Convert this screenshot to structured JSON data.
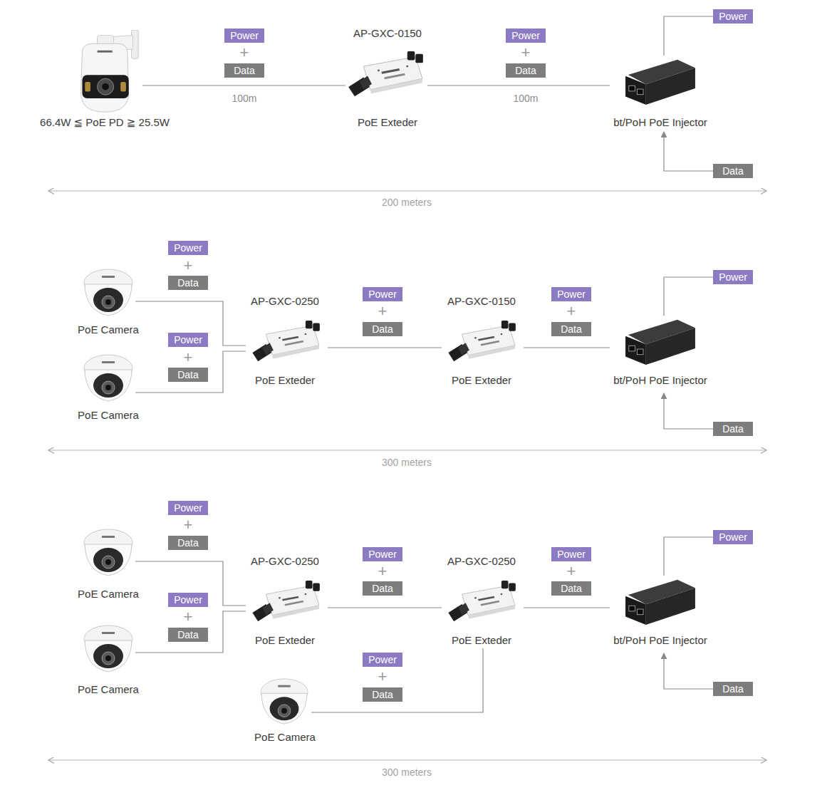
{
  "diagram": {
    "nodes": [
      {
        "text": [
          "66.4W ≦ PoE PD ≧ 25.5W"
        ]
      },
      {
        "text": [
          "Power"
        ]
      },
      {
        "text": [
          "Data"
        ]
      },
      {
        "text": [
          "AP-GXC-0150",
          "PoE Exteder"
        ]
      },
      {
        "text": [
          "Power"
        ]
      },
      {
        "text": [
          "Data"
        ]
      },
      {
        "text": [
          "Power"
        ]
      },
      {
        "text": [
          "bt/PoH PoE Injector"
        ]
      },
      {
        "text": [
          "Data"
        ]
      },
      {
        "text": [
          "Power"
        ]
      },
      {
        "text": [
          "Data"
        ]
      },
      {
        "text": [
          "PoE Camera"
        ]
      },
      {
        "text": [
          "AP-GXC-0250",
          "PoE Exteder"
        ]
      },
      {
        "text": [
          "Power"
        ]
      },
      {
        "text": [
          "Data"
        ]
      },
      {
        "text": [
          "AP-GXC-0150",
          "PoE Exteder"
        ]
      },
      {
        "text": [
          "Power"
        ]
      },
      {
        "text": [
          "Data"
        ]
      },
      {
        "text": [
          "Power"
        ]
      },
      {
        "text": [
          "bt/PoH PoE Injector"
        ]
      },
      {
        "text": [
          "Power"
        ]
      },
      {
        "text": [
          "Data"
        ]
      },
      {
        "text": [
          "PoE Camera"
        ]
      },
      {
        "text": [
          "Data"
        ]
      },
      {
        "text": [
          "Power"
        ]
      },
      {
        "text": [
          "Data"
        ]
      },
      {
        "text": [
          "PoE Camera"
        ]
      },
      {
        "text": [
          "AP-GXC-0250",
          "PoE Exteder"
        ]
      },
      {
        "text": [
          "Power"
        ]
      },
      {
        "text": [
          "Data"
        ]
      },
      {
        "text": [
          "AP-GXC-0250",
          "PoE Exteder"
        ]
      },
      {
        "text": [
          "Power"
        ]
      },
      {
        "text": [
          "Data"
        ]
      },
      {
        "text": [
          "Power"
        ]
      },
      {
        "text": [
          "bt/PoH PoE Injector"
        ]
      },
      {
        "text": [
          "Power"
        ]
      },
      {
        "text": [
          "Data"
        ]
      },
      {
        "text": [
          "PoE Camera"
        ]
      },
      {
        "text": [
          "Power"
        ]
      },
      {
        "text": [
          "Data"
        ]
      },
      {
        "text": [
          "PoE Camera"
        ]
      },
      {
        "text": [
          "Data"
        ]
      }
    ],
    "edges": [
      {
        "from": 0,
        "to": 3,
        "arrow": "none",
        "label": "100m"
      },
      {
        "from": 3,
        "to": 7,
        "arrow": "none",
        "label": "100m"
      },
      {
        "from": 6,
        "to": 7,
        "arrow": "none"
      },
      {
        "from": 8,
        "to": 7,
        "arrow": "to"
      },
      {
        "from": 11,
        "to": 12,
        "arrow": "none"
      },
      {
        "from": 22,
        "to": 12,
        "arrow": "none"
      },
      {
        "from": 12,
        "to": 15,
        "arrow": "none"
      },
      {
        "from": 15,
        "to": 19,
        "arrow": "none"
      },
      {
        "from": 18,
        "to": 19,
        "arrow": "none"
      },
      {
        "from": 23,
        "to": 19,
        "arrow": "to"
      },
      {
        "from": 26,
        "to": 27,
        "arrow": "none"
      },
      {
        "from": 37,
        "to": 27,
        "arrow": "none"
      },
      {
        "from": 27,
        "to": 30,
        "arrow": "none"
      },
      {
        "from": 30,
        "to": 34,
        "arrow": "none"
      },
      {
        "from": 40,
        "to": 30,
        "arrow": "none"
      },
      {
        "from": 33,
        "to": 34,
        "arrow": "none"
      },
      {
        "from": 41,
        "to": 34,
        "arrow": "to"
      }
    ],
    "labels": [
      "+",
      "+",
      "200 meters",
      "+",
      "+",
      "+",
      "+",
      "300 meters",
      "+",
      "+",
      "+",
      "+",
      "+",
      "300 meters"
    ]
  }
}
